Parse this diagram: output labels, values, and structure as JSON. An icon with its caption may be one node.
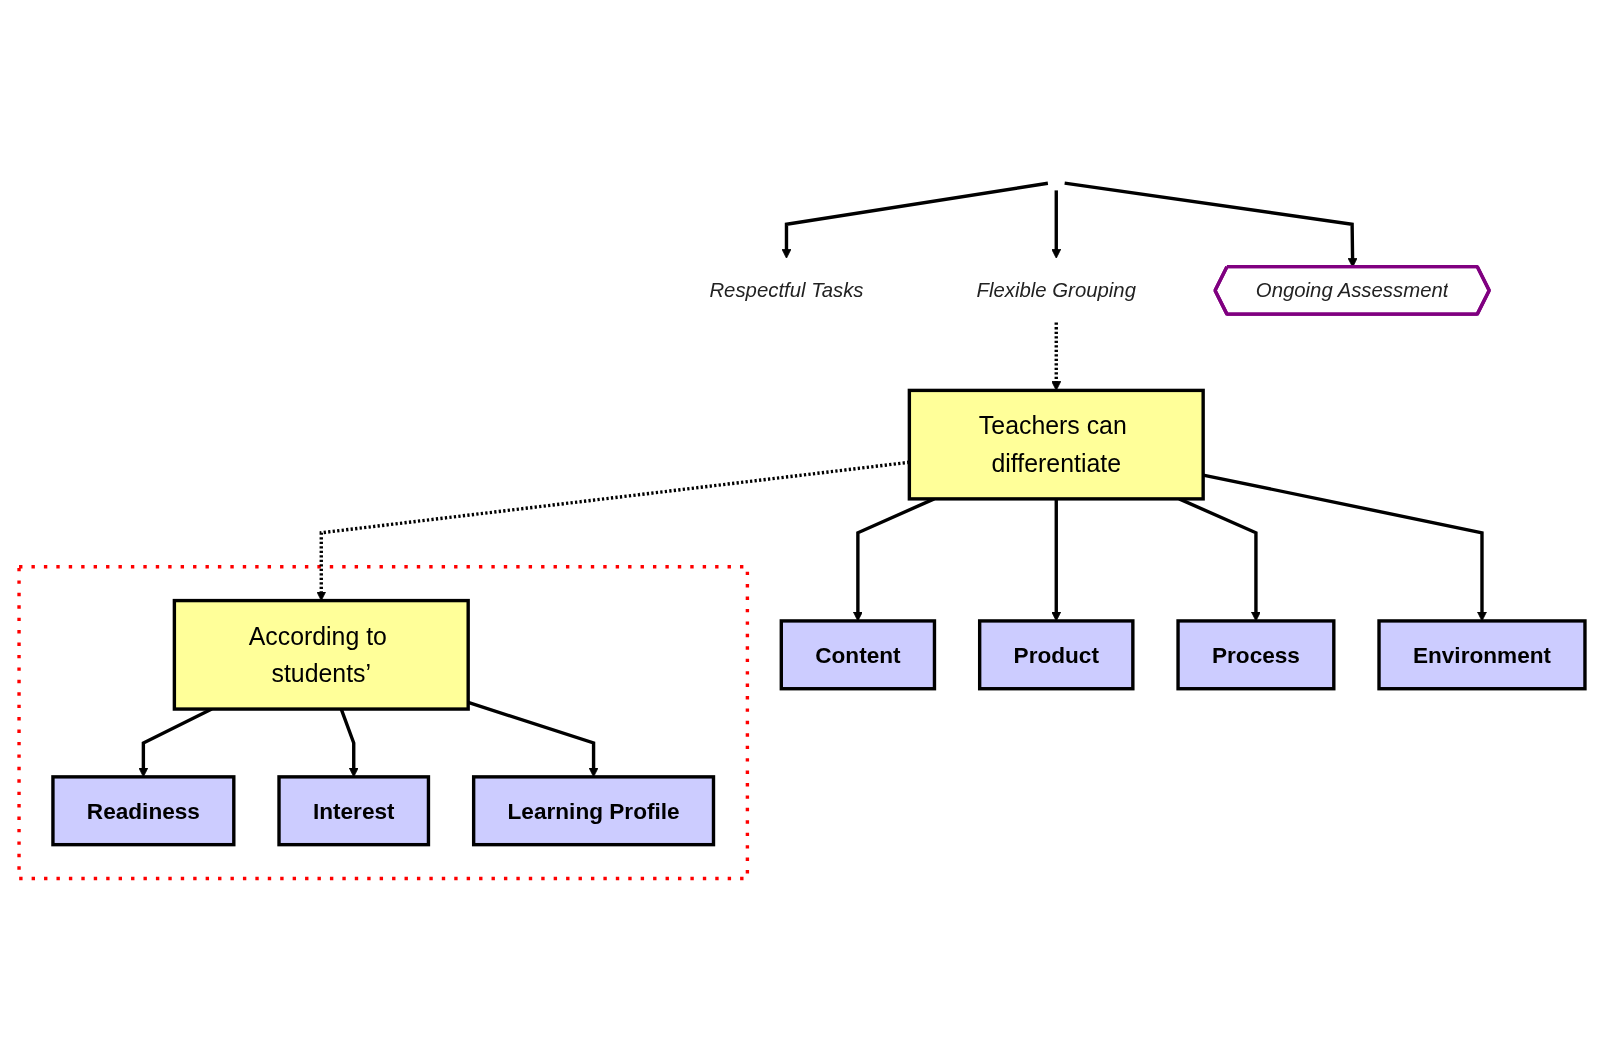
{
  "diagram": {
    "nodes": [
      {
        "text": [
          "Respectful Tasks"
        ]
      },
      {
        "text": [
          "Flexible Grouping"
        ]
      },
      {
        "text": [
          "Ongoing Assessment"
        ]
      },
      {
        "text": [
          "Teachers can differentiate"
        ]
      },
      {
        "text": [
          "Content"
        ]
      },
      {
        "text": [
          "Product"
        ]
      },
      {
        "text": [
          "Process"
        ]
      },
      {
        "text": [
          "Environment"
        ]
      },
      {
        "text": [],
        "shape": "box"
      },
      {
        "text": [
          "According to students’"
        ],
        "in": 8
      },
      {
        "text": [
          "Readiness"
        ],
        "in": 8
      },
      {
        "text": [
          "Interest"
        ],
        "in": 8
      },
      {
        "text": [
          "Learning Profile"
        ],
        "in": 8
      }
    ],
    "edges": [
      {
        "from": null,
        "to": 0,
        "arrow": "to"
      },
      {
        "from": null,
        "to": 1,
        "arrow": "to"
      },
      {
        "from": null,
        "to": 2,
        "arrow": "to"
      },
      {
        "from": 1,
        "to": 3,
        "arrow": "to",
        "style": "dashed"
      },
      {
        "from": 3,
        "to": 4,
        "arrow": "to"
      },
      {
        "from": 3,
        "to": 5,
        "arrow": "to"
      },
      {
        "from": 3,
        "to": 6,
        "arrow": "to"
      },
      {
        "from": 3,
        "to": 7,
        "arrow": "to"
      },
      {
        "from": 3,
        "to": 9,
        "arrow": "to",
        "style": "dashed"
      },
      {
        "from": 9,
        "to": 10,
        "arrow": "to"
      },
      {
        "from": 9,
        "to": 11,
        "arrow": "to"
      },
      {
        "from": 9,
        "to": 12,
        "arrow": "to"
      }
    ]
  }
}
